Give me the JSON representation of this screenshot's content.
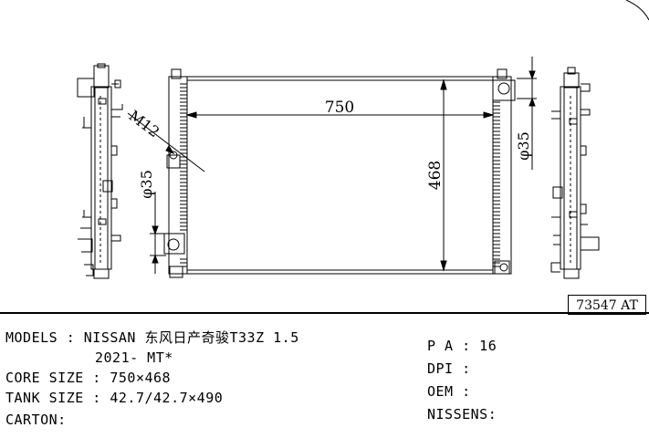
{
  "drawing": {
    "dim_width": "750",
    "dim_height": "468",
    "dim_m12": "M12",
    "dim_d35_left": "φ35",
    "dim_d35_right": "φ35"
  },
  "code": "73547 AT",
  "specs": {
    "models_line1": "MODELS : NISSAN 东风日产奇骏T33Z 1.5",
    "models_line2": "2021- MT*",
    "core_size": "CORE SIZE : 750×468",
    "tank_size": "TANK SIZE : 42.7/42.7×490",
    "carton": "CARTON:",
    "pa": "P A : 16",
    "dpi": "DPI :",
    "oem": "OEM :",
    "nissens": "NISSENS:"
  }
}
